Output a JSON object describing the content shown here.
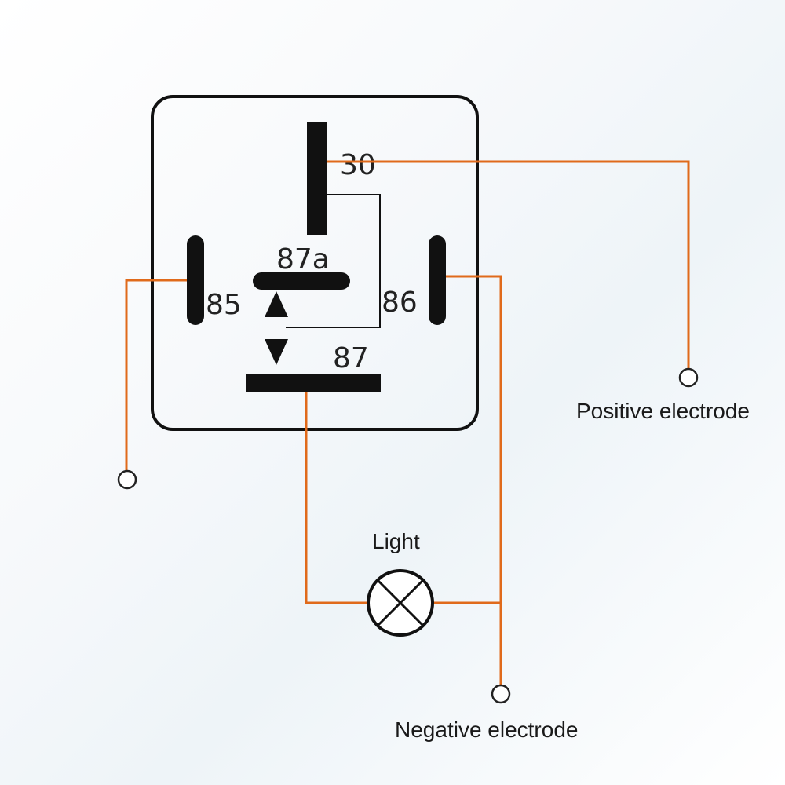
{
  "relay": {
    "pins": {
      "p30": "30",
      "p87a": "87a",
      "p85": "85",
      "p86": "86",
      "p87": "87"
    }
  },
  "labels": {
    "light": "Light",
    "positive": "Positive electrode",
    "negative": "Negative electrode"
  },
  "colors": {
    "wire": "#e06a1b",
    "outline": "#111111",
    "terminal_fill": "#ffffff"
  },
  "icons": {
    "lamp": "lamp-icon",
    "arrow_up": "arrow-up-icon",
    "arrow_down": "arrow-down-icon",
    "terminal": "terminal-circle-icon"
  }
}
